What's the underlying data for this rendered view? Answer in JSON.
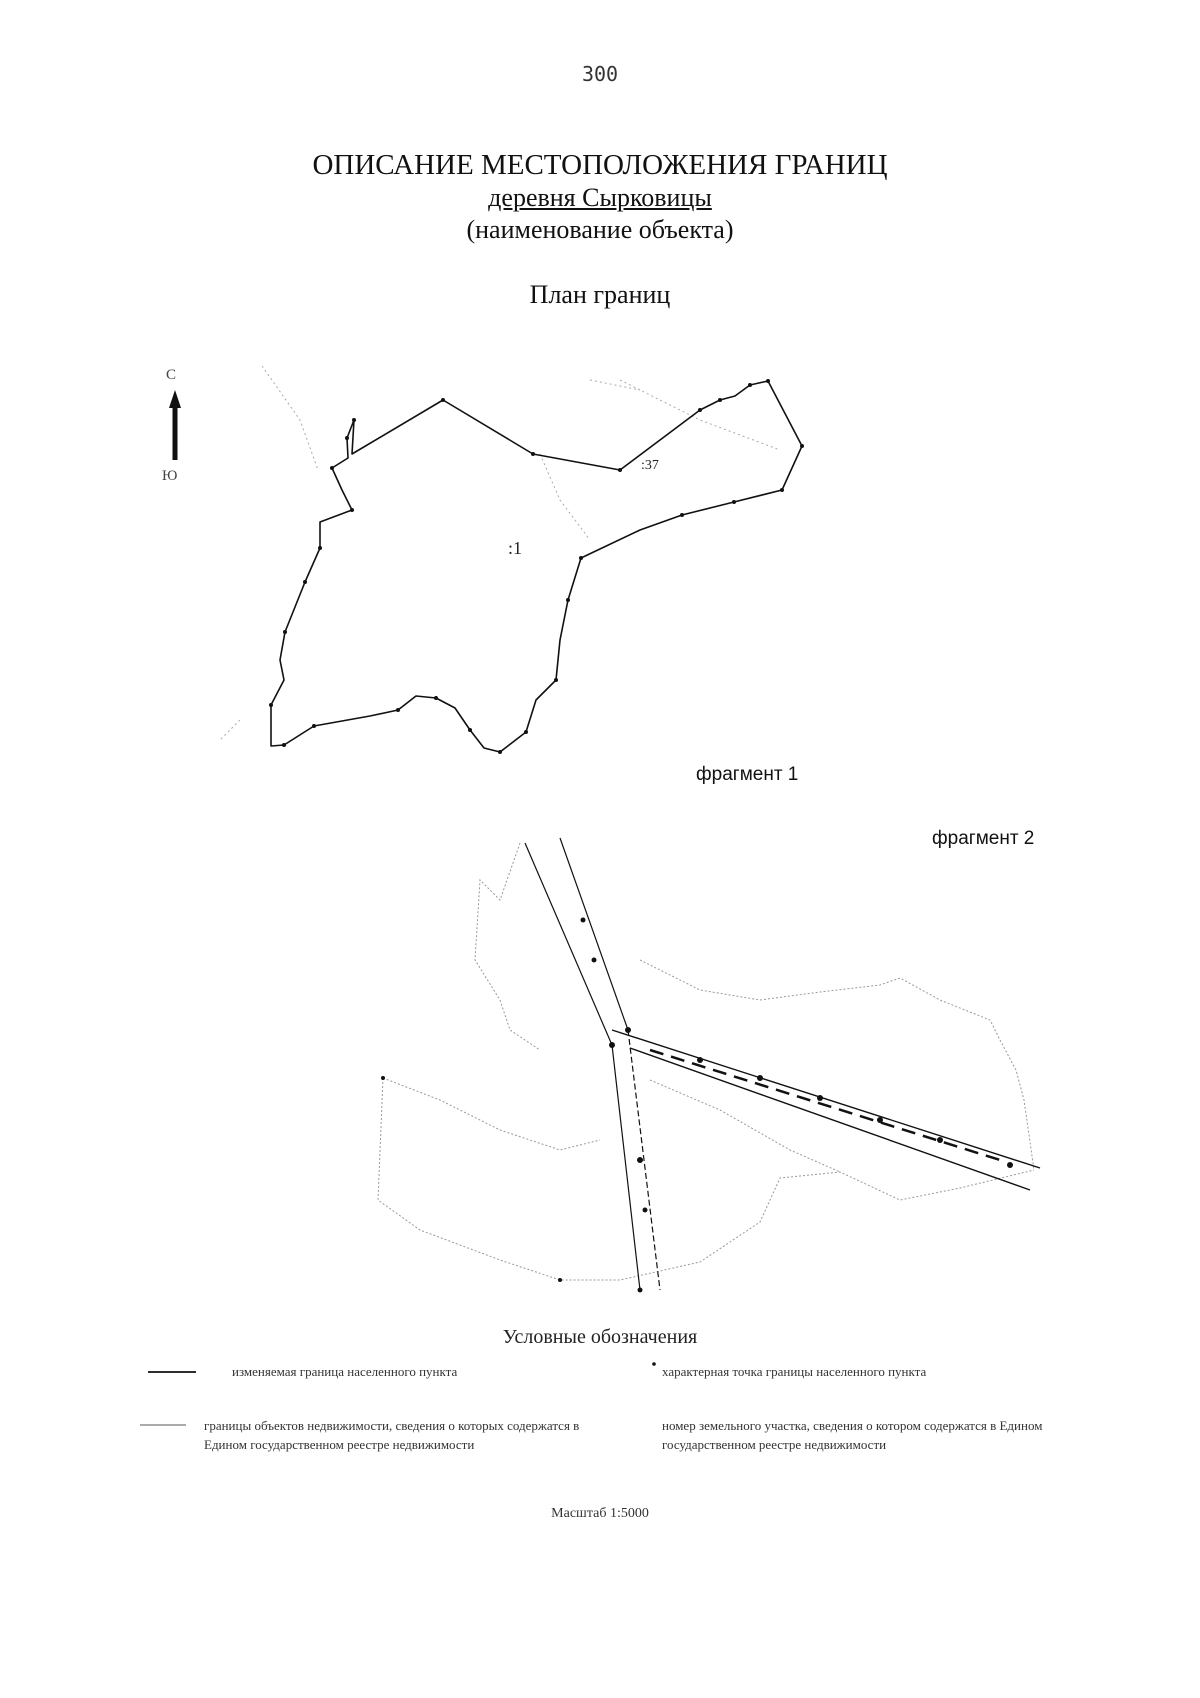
{
  "page_number": "300",
  "header": {
    "title": "ОПИСАНИЕ МЕСТОПОЛОЖЕНИЯ ГРАНИЦ",
    "object_name": "деревня Сырковицы",
    "object_caption": "(наименование объекта)"
  },
  "plan_title": "План границ",
  "north_arrow": {
    "top_letter": "С",
    "bottom_letter": "Ю"
  },
  "fragments": [
    {
      "label": "фрагмент 1",
      "parcel_label": ":1",
      "parcel_label_2": ":37"
    },
    {
      "label": "фрагмент 2"
    }
  ],
  "legend": {
    "title": "Условные обозначения",
    "items": [
      {
        "symbol": "solid-line",
        "text": "изменяемая граница населенного пункта"
      },
      {
        "symbol": "point",
        "text": "характерная точка границы населенного пункта"
      },
      {
        "symbol": "thin-line",
        "text": "границы объектов недвижимости, сведения о которых содержатся в Едином государственном реестре недвижимости"
      },
      {
        "symbol": "parcel-number",
        "text": "номер земельного участка, сведения о котором содержатся в Едином государственном реестре недвижимости"
      }
    ]
  },
  "scale": "Масштаб 1:5000",
  "colors": {
    "ink": "#111111",
    "faint": "#9a9a9a"
  }
}
